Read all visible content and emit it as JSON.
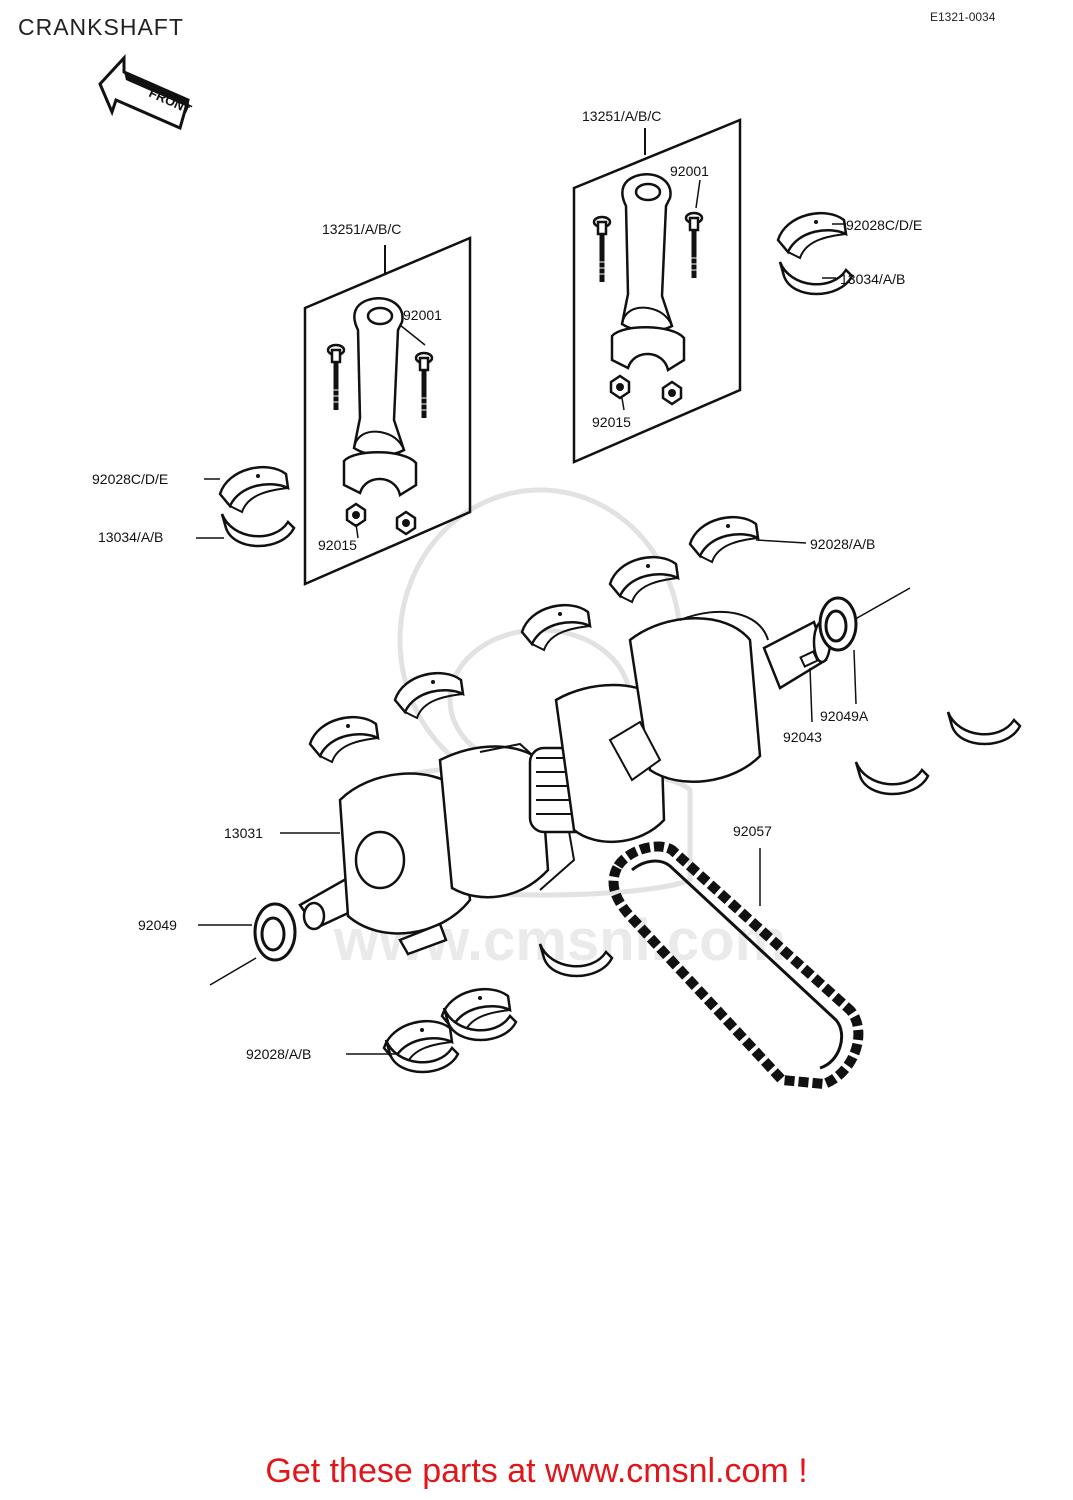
{
  "page": {
    "title": "CRANKSHAFT",
    "ref_code": "E1321-0034",
    "footer": "Get these parts at www.cmsnl.com !",
    "accent_color": "#e0161b"
  },
  "watermark": {
    "text": "www.cmsnl.com"
  },
  "diagram": {
    "front_arrow": "FRONT",
    "labels": {
      "rod_right": "13251/A/B/C",
      "rod_right_bolt": "92001",
      "rod_right_nut": "92015",
      "rod_left": "13251/A/B/C",
      "rod_left_bolt": "92001",
      "rod_left_nut": "92015",
      "bearing_upper_right": "92028C/D/E",
      "bearing_lower_right": "13034/A/B",
      "bearing_upper_left": "92028C/D/E",
      "bearing_lower_left": "13034/A/B",
      "main_bearing_top": "92028/A/B",
      "seal_right": "92049A",
      "key": "92043",
      "crankshaft": "13031",
      "chain": "92057",
      "seal_left": "92049",
      "main_bearing_bottom": "92028/A/B"
    }
  }
}
